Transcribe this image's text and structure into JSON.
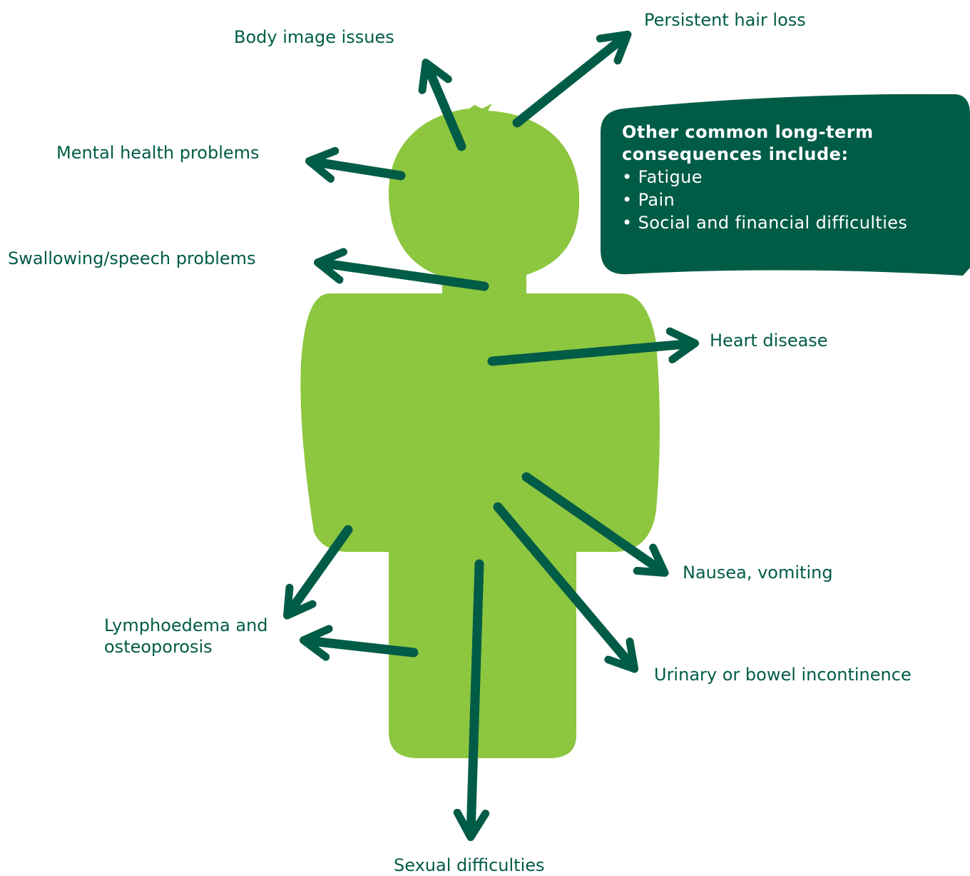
{
  "colors": {
    "body": "#8dc63f",
    "arrow": "#005c46",
    "callout": "#005c46",
    "label": "#005c46"
  },
  "labels": {
    "body_image": "Body image issues",
    "hair_loss": "Persistent hair loss",
    "mental_health": "Mental health problems",
    "swallowing": "Swallowing/speech problems",
    "heart": "Heart disease",
    "nausea": "Nausea, vomiting",
    "lymph_line1": "Lymphoedema and",
    "lymph_line2": "osteoporosis",
    "urinary": "Urinary or bowel incontinence",
    "sexual": "Sexual difficulties"
  },
  "callout": {
    "heading_line1": "Other common long-term",
    "heading_line2": "consequences include:",
    "items": [
      "Fatigue",
      "Pain",
      "Social and financial difficulties"
    ]
  }
}
